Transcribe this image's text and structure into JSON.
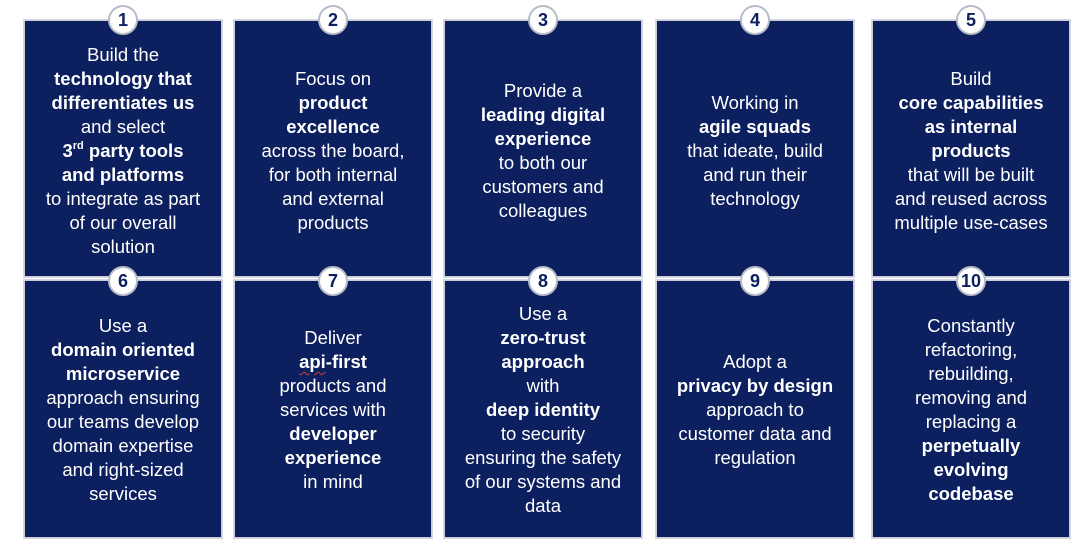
{
  "principles": [
    {
      "number": "1",
      "lines": [
        {
          "text": "Build the",
          "bold": false
        },
        {
          "text": "technology that",
          "bold": true
        },
        {
          "text": "differentiates us",
          "bold": true
        },
        {
          "text": "and select",
          "bold": false
        },
        {
          "text": "3",
          "sup": "rd",
          "after": " party tools",
          "bold": true
        },
        {
          "text": "and platforms",
          "bold": true
        },
        {
          "text": "to integrate as part",
          "bold": false
        },
        {
          "text": "of our overall",
          "bold": false
        },
        {
          "text": "solution",
          "bold": false
        }
      ]
    },
    {
      "number": "2",
      "lines": [
        {
          "text": "Focus on",
          "bold": false
        },
        {
          "text": "product",
          "bold": true
        },
        {
          "text": "excellence",
          "bold": true
        },
        {
          "text": "across the board,",
          "bold": false
        },
        {
          "text": "for both internal",
          "bold": false
        },
        {
          "text": "and external",
          "bold": false
        },
        {
          "text": "products",
          "bold": false
        }
      ]
    },
    {
      "number": "3",
      "lines": [
        {
          "text": "Provide a",
          "bold": false
        },
        {
          "text": "leading digital",
          "bold": true
        },
        {
          "text": "experience",
          "bold": true
        },
        {
          "text": "to both our",
          "bold": false
        },
        {
          "text": "customers and",
          "bold": false
        },
        {
          "text": "colleagues",
          "bold": false
        }
      ]
    },
    {
      "number": "4",
      "lines": [
        {
          "text": "Working in",
          "bold": false
        },
        {
          "text": "agile squads",
          "bold": true
        },
        {
          "text": "that ideate, build",
          "bold": false
        },
        {
          "text": "and run their",
          "bold": false
        },
        {
          "text": "technology",
          "bold": false
        }
      ]
    },
    {
      "number": "5",
      "lines": [
        {
          "text": "Build",
          "bold": false
        },
        {
          "text": "core capabilities",
          "bold": true
        },
        {
          "text": "as internal",
          "bold": true
        },
        {
          "text": "products",
          "bold": true
        },
        {
          "text": "that will be built",
          "bold": false
        },
        {
          "text": "and reused across",
          "bold": false
        },
        {
          "text": "multiple use-cases",
          "bold": false
        }
      ]
    },
    {
      "number": "6",
      "lines": [
        {
          "text": "Use a",
          "bold": false
        },
        {
          "text": "domain oriented",
          "bold": true
        },
        {
          "text": "microservice",
          "bold": true
        },
        {
          "text": "approach ensuring",
          "bold": false
        },
        {
          "text": "our teams develop",
          "bold": false
        },
        {
          "text": "domain expertise",
          "bold": false
        },
        {
          "text": "and right-sized",
          "bold": false
        },
        {
          "text": "services",
          "bold": false
        }
      ]
    },
    {
      "number": "7",
      "lines": [
        {
          "text": "Deliver",
          "bold": false
        },
        {
          "text": "api",
          "after": "-first",
          "bold": true,
          "wavy": true
        },
        {
          "text": "products and",
          "bold": false
        },
        {
          "text": "services with",
          "bold": false
        },
        {
          "text": "developer",
          "bold": true
        },
        {
          "text": "experience",
          "bold": true
        },
        {
          "text": "in mind",
          "bold": false
        }
      ]
    },
    {
      "number": "8",
      "lines": [
        {
          "text": "Use a",
          "bold": false
        },
        {
          "text": "zero-trust",
          "bold": true
        },
        {
          "text": "approach",
          "bold": true
        },
        {
          "text": "with",
          "bold": false
        },
        {
          "text": "deep identity",
          "bold": true
        },
        {
          "text": "to security",
          "bold": false
        },
        {
          "text": "ensuring the safety",
          "bold": false
        },
        {
          "text": "of our systems and",
          "bold": false
        },
        {
          "text": "data",
          "bold": false
        }
      ]
    },
    {
      "number": "9",
      "lines": [
        {
          "text": "Adopt a",
          "bold": false
        },
        {
          "text": "privacy by design",
          "bold": true
        },
        {
          "text": "approach to",
          "bold": false
        },
        {
          "text": "customer data and",
          "bold": false
        },
        {
          "text": "regulation",
          "bold": false
        }
      ]
    },
    {
      "number": "10",
      "lines": [
        {
          "text": "Constantly",
          "bold": false
        },
        {
          "text": "refactoring,",
          "bold": false
        },
        {
          "text": "rebuilding,",
          "bold": false
        },
        {
          "text": "removing and",
          "bold": false
        },
        {
          "text": "replacing a",
          "bold": false
        },
        {
          "text": "perpetually",
          "bold": true
        },
        {
          "text": "evolving",
          "bold": true
        },
        {
          "text": "codebase",
          "bold": true
        }
      ]
    }
  ],
  "colors": {
    "card_background": "#0c1f5e",
    "card_text": "#ffffff",
    "badge_background": "#ffffff",
    "badge_text": "#0c1f5e"
  }
}
